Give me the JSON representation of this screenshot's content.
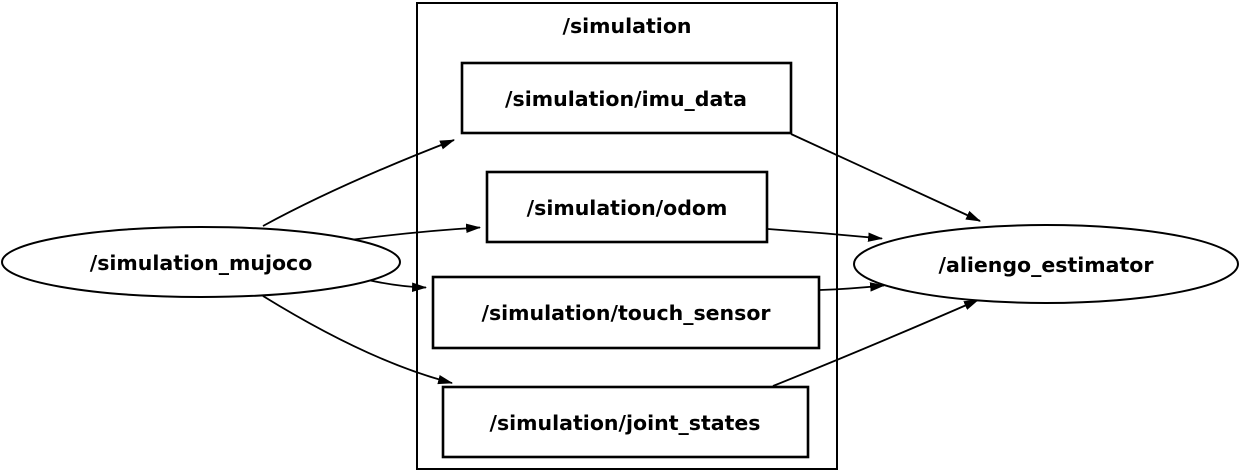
{
  "diagram": {
    "kind": "ros-computation-graph",
    "background_color": "#ffffff",
    "line_color": "#000000",
    "cluster": {
      "label": "/simulation",
      "shape": "rectangle"
    },
    "nodes": [
      {
        "label": "/simulation_mujoco",
        "shape": "ellipse"
      },
      {
        "label": "/aliengo_estimator",
        "shape": "ellipse"
      }
    ],
    "topics": [
      {
        "label": "/simulation/imu_data",
        "shape": "rectangle"
      },
      {
        "label": "/simulation/odom",
        "shape": "rectangle"
      },
      {
        "label": "/simulation/touch_sensor",
        "shape": "rectangle"
      },
      {
        "label": "/simulation/joint_states",
        "shape": "rectangle"
      }
    ],
    "edges": [
      {
        "from": "/simulation_mujoco",
        "to": "/simulation/imu_data"
      },
      {
        "from": "/simulation_mujoco",
        "to": "/simulation/odom"
      },
      {
        "from": "/simulation_mujoco",
        "to": "/simulation/touch_sensor"
      },
      {
        "from": "/simulation_mujoco",
        "to": "/simulation/joint_states"
      },
      {
        "from": "/simulation/imu_data",
        "to": "/aliengo_estimator"
      },
      {
        "from": "/simulation/odom",
        "to": "/aliengo_estimator"
      },
      {
        "from": "/simulation/touch_sensor",
        "to": "/aliengo_estimator"
      },
      {
        "from": "/simulation/joint_states",
        "to": "/aliengo_estimator"
      }
    ]
  }
}
